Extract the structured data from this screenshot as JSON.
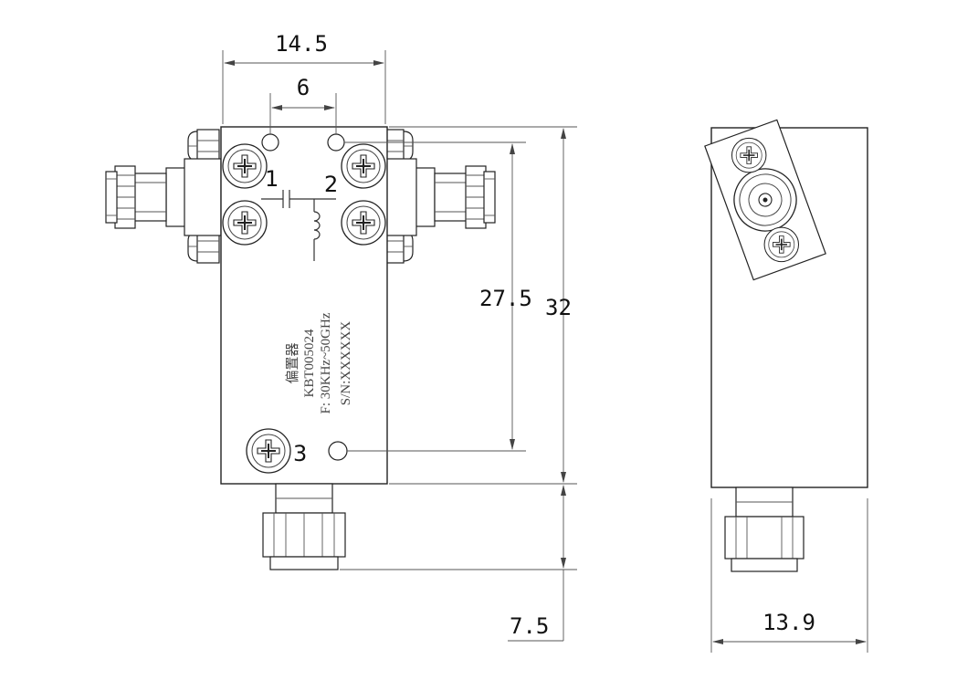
{
  "dimensions": {
    "top_width": "14.5",
    "pin_spacing": "6",
    "inner_height": "27.5",
    "total_height": "32",
    "connector_length": "7.5",
    "side_width": "13.9"
  },
  "pins": {
    "p1": "1",
    "p2": "2",
    "p3": "3"
  },
  "label": {
    "name": "偏置器",
    "part": "KBT005024",
    "freq": "F: 30KHz~50GHz",
    "serial": "S/N:XXXXXX"
  }
}
